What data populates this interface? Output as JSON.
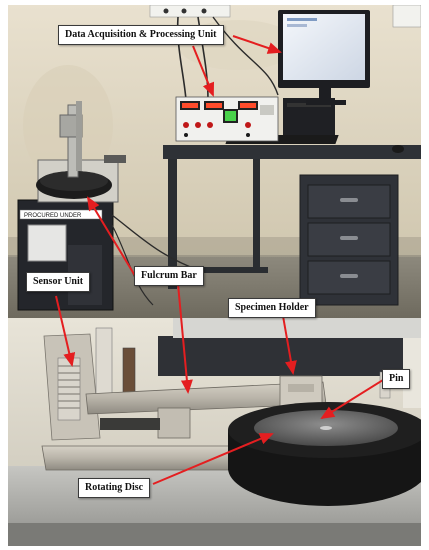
{
  "figure": {
    "label_daq": "Data Acquisition & Processing Unit",
    "label_sensor": "Sensor Unit",
    "label_fulcrum": "Fulcrum Bar",
    "label_specimen_holder": "Specimen Holder",
    "label_pin": "Pin",
    "label_disc": "Rotating Disc",
    "sticker_text": "PROCURED UNDER",
    "arrow_color": "#e41e20"
  }
}
